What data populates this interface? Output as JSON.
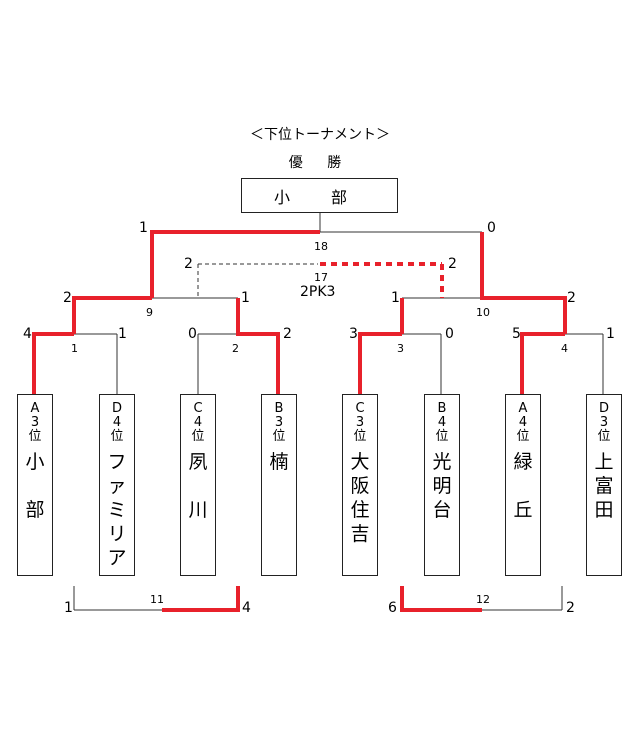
{
  "header": {
    "title": "＜下位トーナメント＞",
    "winner_label": "優 勝",
    "champion": "小 部"
  },
  "teams": [
    {
      "seed": [
        "A",
        "3",
        "位"
      ],
      "name": [
        "小",
        "",
        "部"
      ]
    },
    {
      "seed": [
        "D",
        "4",
        "位"
      ],
      "name": [
        "フ",
        "ァ",
        "ミ",
        "リ",
        "ア"
      ]
    },
    {
      "seed": [
        "C",
        "4",
        "位"
      ],
      "name": [
        "夙",
        "",
        "川"
      ]
    },
    {
      "seed": [
        "B",
        "3",
        "位"
      ],
      "name": [
        "楠"
      ]
    },
    {
      "seed": [
        "C",
        "3",
        "位"
      ],
      "name": [
        "大",
        "阪",
        "住",
        "吉"
      ]
    },
    {
      "seed": [
        "B",
        "4",
        "位"
      ],
      "name": [
        "光",
        "明",
        "台"
      ]
    },
    {
      "seed": [
        "A",
        "4",
        "位"
      ],
      "name": [
        "緑",
        "",
        "丘"
      ]
    },
    {
      "seed": [
        "D",
        "3",
        "位"
      ],
      "name": [
        "上",
        "富",
        "田"
      ]
    }
  ],
  "scores": {
    "m1": [
      "4",
      "1"
    ],
    "m2": [
      "0",
      "2"
    ],
    "m3": [
      "3",
      "0"
    ],
    "m4": [
      "5",
      "1"
    ],
    "m9": [
      "2",
      "1"
    ],
    "m10": [
      "1",
      "2"
    ],
    "m17": [
      "2",
      "2"
    ],
    "m17_note": "2PK3",
    "m18": [
      "1",
      "0"
    ],
    "m11": [
      "1",
      "4"
    ],
    "m12": [
      "6",
      "2"
    ]
  },
  "match_numbers": {
    "m1": "1",
    "m2": "2",
    "m3": "3",
    "m4": "4",
    "m9": "9",
    "m10": "10",
    "m17": "17",
    "m18": "18",
    "m11": "11",
    "m12": "12"
  },
  "colors": {
    "win_line": "#e8212b",
    "line": "#333333",
    "dashed": "#333333"
  }
}
